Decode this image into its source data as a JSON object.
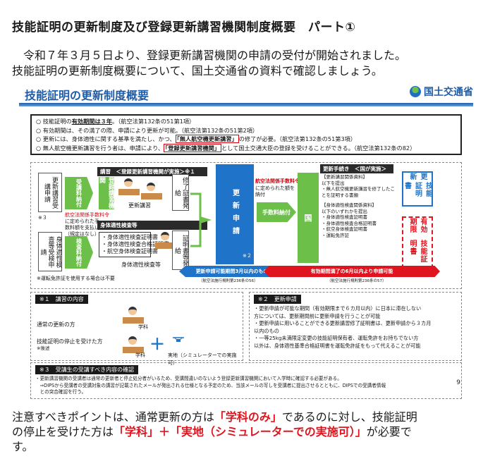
{
  "page_title": "技能証明の更新制度及び登録更新講習機関制度概要　パート①",
  "intro": {
    "line1": "令和７年３月５日より、登録更新講習機関の申請の受付が開始されました。",
    "line2": "技能証明の更新制度概要について、国土交通省の資料で確認しましょう。"
  },
  "figure": {
    "title": "技能証明の更新制度概要",
    "ministry": "国土交通省",
    "summary": [
      {
        "pre": "技能証明の",
        "strong": "有効期間は３年",
        "post": "。（航空法第132条の51第1項）"
      },
      {
        "pre": "有効期間は、その満了の際、申請により更新が可能。（航空法第132条の51第2項）"
      },
      {
        "pre": "更新には、身体適性に関する基準を満たし、かつ、",
        "boxed": "「無人航空機更新講習」",
        "post": "の修了が必要。（航空法第132条の51第3項）"
      },
      {
        "pre": "無人航空機更新講習を行う者は、申請により、",
        "boxed": "「登録更新講習機関」",
        "post": "として国土交通大臣の登録を受けることができる。（航空法第132条の82）"
      }
    ],
    "flow": {
      "applicant_top": "更新講習受講申請",
      "applicant_bottom": "身体適性検査等受検申請",
      "fee_top": "受講料納付",
      "fee_bottom": "検査料納付",
      "band_course": "講習　＜登録更新講習機関が実施＞※１",
      "band_health": "身体適性検査等",
      "institution": "登録講習機関",
      "course_person": "更新講習",
      "cert_course": "修了証書発給",
      "health_items": [
        "・身体適性検査証明書",
        "・身体適性検査合格証明書",
        "・航空身体検査証明書"
      ],
      "health_person": "身体適性検査等",
      "cert_health": "証明書等発給",
      "fee_note_red": "航空法関係手数料令",
      "fee_note": "に定められた手数料額を支払い（規定はなし）",
      "note_ref3": "※３",
      "note_license": "※運転免許証を使用する場合は不要",
      "apply_col": "更新申請",
      "apply_ref": "※２",
      "red_note": "航空法関係手数料令第15条",
      "red_note_post": "に定められた額を納付",
      "fee_pay": "手数料納付",
      "country": "国",
      "band_procedure": "更新手続き　＜国が実施＞",
      "docs_title1": "【更新講習関係資料】",
      "docs_sub1": "以下を提出",
      "docs_items1": [
        "・無人航空機更新講習を修了したことを証明する書類"
      ],
      "docs_title2": "【身体適性検査関係資料】",
      "docs_sub2": "以下のいずれかを提出",
      "docs_items2": [
        "・身体適性検査証明書",
        "・身体適性検査合格証明書",
        "・航空身体検査証明書",
        "・運転免許証"
      ],
      "license_renew": "技能証明書",
      "renew_label": "更新",
      "license_expire": "技能証明書",
      "expire_label": "有効期限",
      "period_blue": "更新申請可能期間3月以内のもの",
      "period_blue_sub": "（航空法施行規則第236条の56）",
      "period_red": "有効期間満了の6月以内より申請可能",
      "period_red_sub": "（航空法施行規則第236条の57）"
    },
    "note1": {
      "head": "※１　講習の内容",
      "row1_label": "通常の更新の方",
      "row1_tag": "学科",
      "row2_label": "技能証明の停止を受けた方",
      "row2_sub": "※後述",
      "row2_tag": "学科",
      "row2_plus": "＋",
      "row2_tag2": "実地（シミュレーターでの実施可）"
    },
    "note2": {
      "head": "※２　更新申請",
      "lines": [
        "・更新申請が可能な期間（有効期限まで６カ月以内）に日本に滞在しない",
        "方については、更新期間前に更新申請を行うことが可能",
        "・更新申請に用いることができる更新講習修了証明書は、更新申請から３カ月",
        "以内のもの",
        "・一等25kg未満限定変更の技能証明保有者、運転免許をお持ちでない方",
        "以外は、身体適性基準合格証明書を運転免許証をもって代えることが可能"
      ]
    },
    "note3": {
      "head": "※３　受講生の受講すべき内容の確認",
      "lines": [
        "・更新講習機関の受講者は通常の更新者と停止処分者がいるため、受講間違いのないよう登録更新講習機関において入学時に確認する必要がある。",
        "　⇒DIPSから受講者の受講対象の講習が記載されたメールが発出される仕様となる予定のため、当該メールの写しを受講者に提出させるとともに、DIPSでの受講者情報",
        "　との突合確認を行う。"
      ]
    },
    "page_number": "9"
  },
  "closing": {
    "p1_a": "注意すべきポイントは、通常更新の方は",
    "p1_b": "「学科のみ」",
    "p1_c": "であるのに対し、技能証明",
    "p2_a": "の停止を受けた方は",
    "p2_b": "「学科」＋「実地（シミュレーターでの実施可）」",
    "p2_c": "が必要で",
    "p3": "す。"
  },
  "colors": {
    "accent_blue": "#1f74c9",
    "accent_green": "#6cc04a",
    "accent_red": "#e0141e"
  }
}
